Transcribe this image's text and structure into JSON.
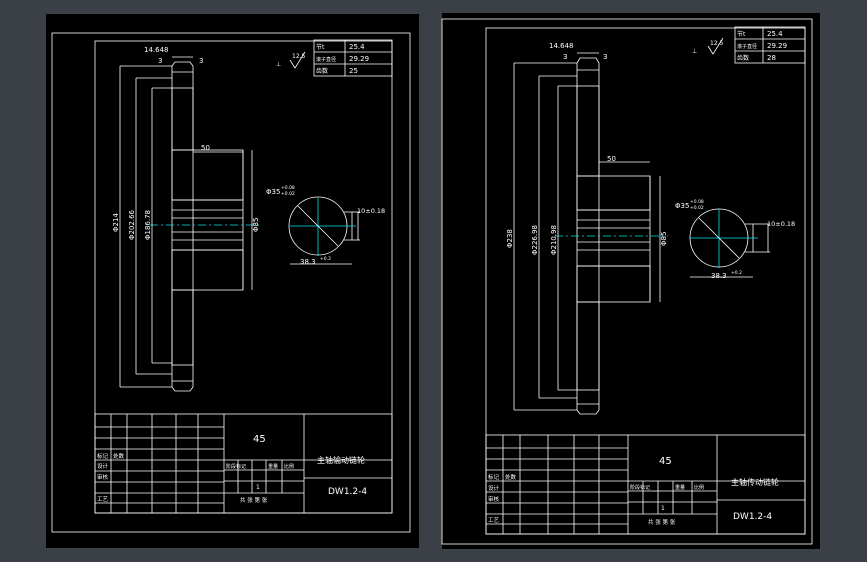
{
  "colors": {
    "background": "#3b4047",
    "sheet": "#000000",
    "line": "#ffffff",
    "hatch": "#ffffff"
  },
  "sheets": [
    {
      "param_table": [
        {
          "label": "节t",
          "value": "25.4"
        },
        {
          "label": "滚子直径",
          "value": "29.29"
        },
        {
          "label": "齿数",
          "value": "25"
        }
      ],
      "roughness": "12.5",
      "dims": {
        "width_total": "14.648",
        "tooth_left": "3",
        "tooth_right": "3",
        "hub_len": "50",
        "bore": "Φ35",
        "bore_tol_up": "+0.08",
        "bore_tol_dn": "+0.02",
        "d_outer": "Φ214",
        "d_pitch": "Φ202.66",
        "d_root": "Φ186.78",
        "d_hub": "Φ85",
        "key_width": "10±0.18",
        "key_depth": "38.3",
        "key_depth_tol": "+0.2"
      },
      "title_block": {
        "material": "45",
        "part_name": "主轴输动链轮",
        "drawing_no": "DW1.2-4",
        "row_labels": [
          "标记",
          "处数",
          "设计",
          "审核",
          "工艺"
        ],
        "mid_labels": [
          "阶段标记",
          "重量",
          "比例"
        ],
        "sheet_text": "共 张 第 张",
        "scale_val": "1"
      }
    },
    {
      "param_table": [
        {
          "label": "节t",
          "value": "25.4"
        },
        {
          "label": "滚子直径",
          "value": "29.29"
        },
        {
          "label": "齿数",
          "value": "28"
        }
      ],
      "roughness": "12.5",
      "dims": {
        "width_total": "14.648",
        "tooth_left": "3",
        "tooth_right": "3",
        "hub_len": "50",
        "bore": "Φ35",
        "bore_tol_up": "+0.08",
        "bore_tol_dn": "+0.02",
        "d_outer": "Φ238",
        "d_pitch": "Φ226.98",
        "d_root": "Φ210.98",
        "d_hub": "Φ85",
        "key_width": "10±0.18",
        "key_depth": "38.3",
        "key_depth_tol": "+0.2"
      },
      "title_block": {
        "material": "45",
        "part_name": "主轴传动链轮",
        "drawing_no": "DW1.2-4",
        "row_labels": [
          "标记",
          "处数",
          "设计",
          "审核",
          "工艺"
        ],
        "mid_labels": [
          "阶段标记",
          "重量",
          "比例"
        ],
        "sheet_text": "共 张 第 张",
        "scale_val": "1"
      }
    }
  ]
}
